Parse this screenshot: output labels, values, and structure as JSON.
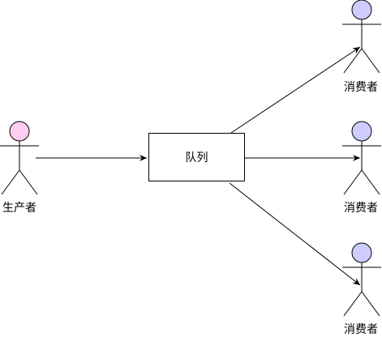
{
  "diagram": {
    "queue": {
      "label": "队列"
    },
    "producer": {
      "label": "生产者",
      "head_color": "#ffccf2"
    },
    "consumers": [
      {
        "label": "消费者",
        "head_color": "#ccccff"
      },
      {
        "label": "消费者",
        "head_color": "#ccccff"
      },
      {
        "label": "消费者",
        "head_color": "#ccccff"
      }
    ],
    "colors": {
      "stroke": "#000000",
      "background": "#ffffff"
    }
  }
}
